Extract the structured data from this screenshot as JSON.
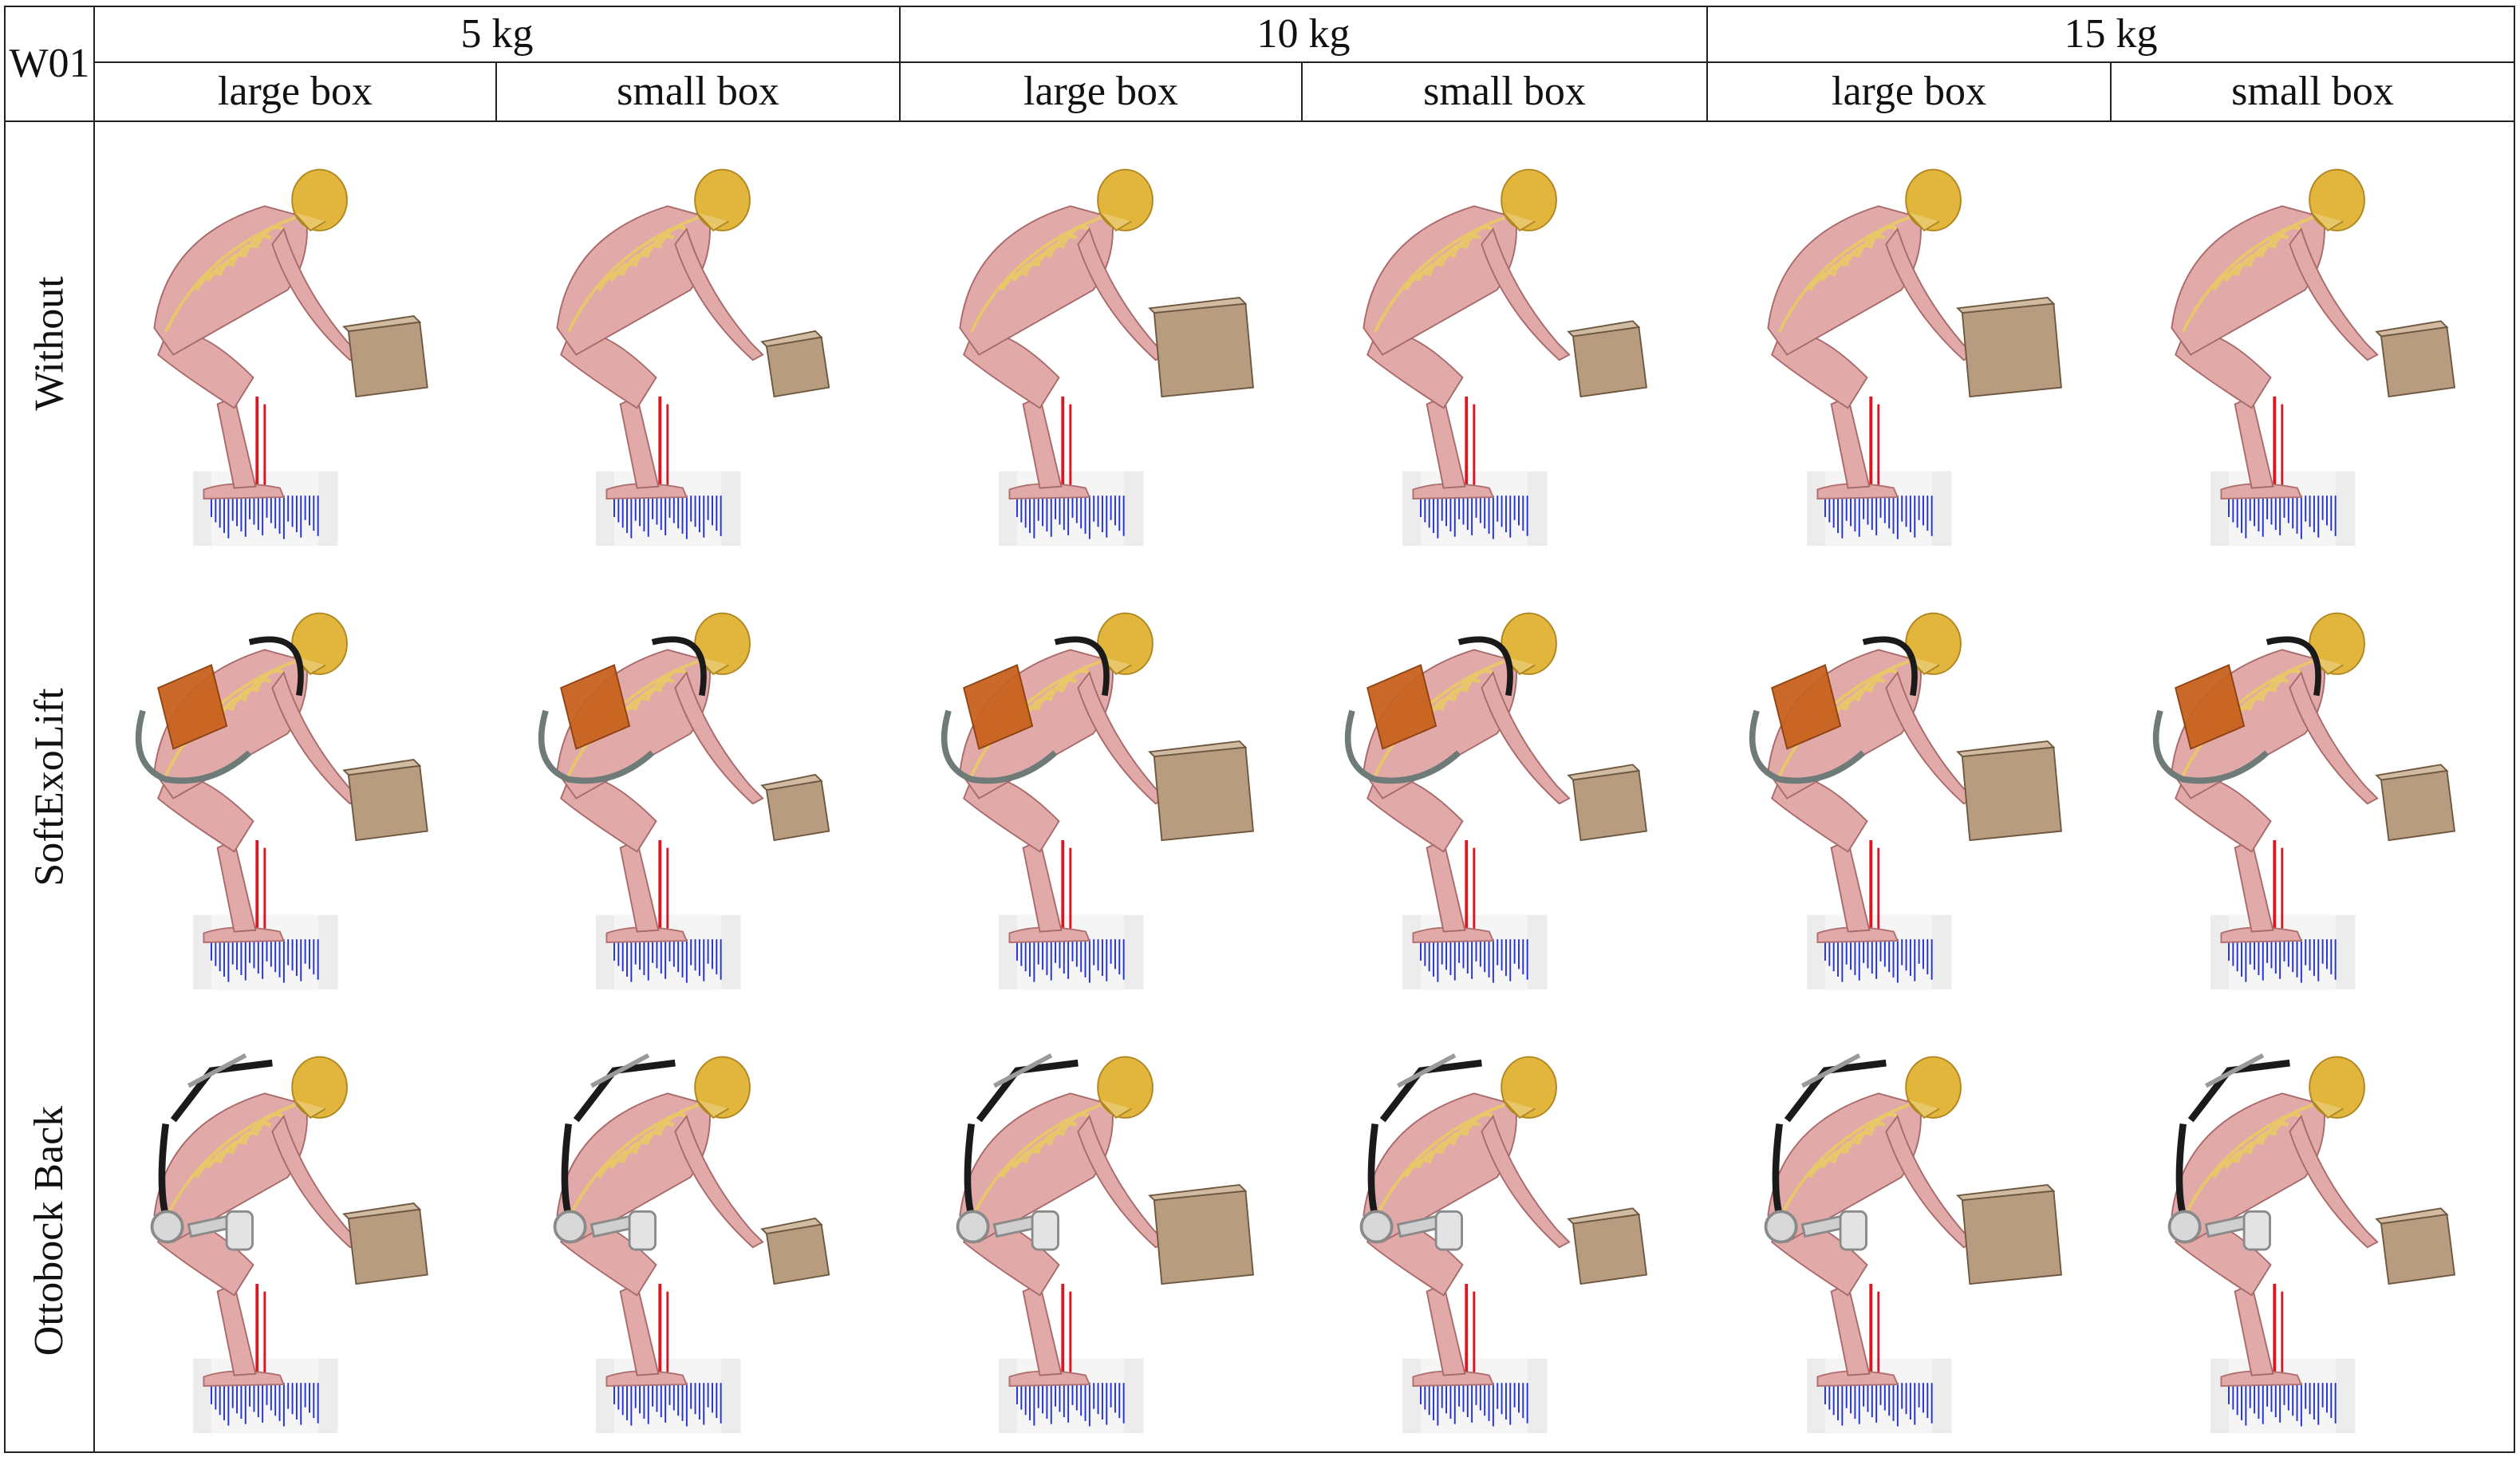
{
  "corner_label": "W01",
  "weights": [
    "5 kg",
    "10 kg",
    "15 kg"
  ],
  "box_sizes": [
    "large box",
    "small box",
    "large box",
    "small box",
    "large box",
    "small box"
  ],
  "conditions": [
    {
      "label": "Without",
      "exo": "none"
    },
    {
      "label": "SoftExoLift",
      "exo": "soft"
    },
    {
      "label": "Ottobock Back",
      "exo": "rigid"
    }
  ],
  "colors": {
    "grid_line": "#222222",
    "muscle": "#e2a9a9",
    "bone": "#e8c76a",
    "skull": "#e2b53c",
    "box": "#b89c80",
    "force_blue": "#2230d8",
    "force_red": "#e0141e",
    "softexo_orange": "#c8621e",
    "ottobock_grey": "#8a8a8a"
  },
  "figure_icon": "musculoskeletal-lifting-figure"
}
